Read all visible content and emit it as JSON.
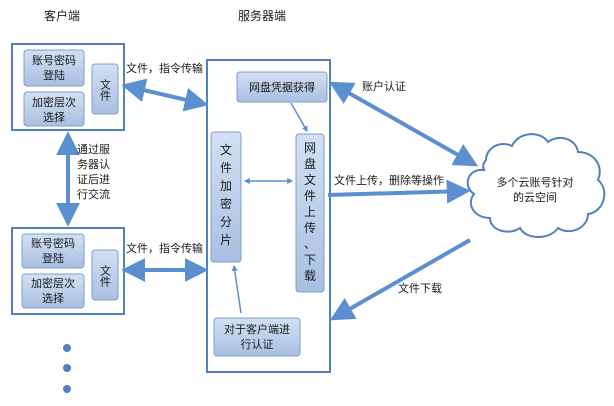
{
  "client_title": "客户端",
  "server_title": "服务器端",
  "client1": {
    "account_box": [
      "账号密码",
      "登陆"
    ],
    "encrypt_box": [
      "加密层次",
      "选择"
    ],
    "file_box": "文件",
    "link_label": "文件，指令传输"
  },
  "client2": {
    "account_box": [
      "账号密码",
      "登陆"
    ],
    "encrypt_box": [
      "加密层次",
      "选择"
    ],
    "file_box": "文件",
    "link_label": "文件，指令传输"
  },
  "client_link_label": [
    "通过服",
    "务器认",
    "证后进",
    "行交流"
  ],
  "server": {
    "credential_box": "网盘凭据获得",
    "split_box": [
      "文",
      "件",
      "加",
      "密",
      "分",
      "片"
    ],
    "updown_box": [
      "网",
      "盘",
      "文",
      "件",
      "上",
      "传",
      "、",
      "下",
      "载"
    ],
    "auth_box": [
      "对于客户端进",
      "行认证"
    ]
  },
  "cloud_label": [
    "多个云账号针对",
    "的云空间"
  ],
  "edge_labels": {
    "account_auth": "账户认证",
    "upload_ops": "文件上传，删除等操作",
    "file_download": "文件下载"
  },
  "colors": {
    "box_fill": "#b7c9e6",
    "box_stroke": "#5b87c4",
    "arrow": "#5b8fd0",
    "frame": "#4f81bd"
  }
}
